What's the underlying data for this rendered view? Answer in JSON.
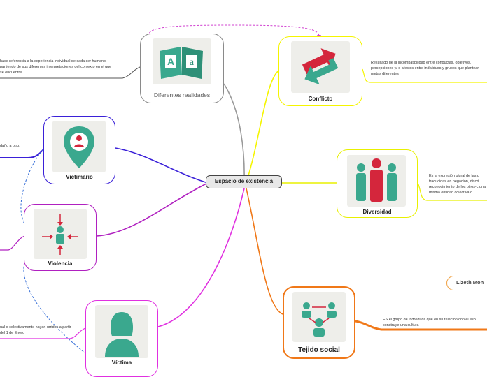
{
  "center": {
    "label": "Espacio de existencia"
  },
  "nodes": {
    "realidades": {
      "label": "Diferentes realidades",
      "note": "hace referencia a la experiencia individual de cada ser humano, partiendo de sus diferentes interpretaciones del contexto en el que se encuentre.",
      "icon": "book-letters-icon"
    },
    "conflicto": {
      "label": "Conflicto",
      "note": "Resultado de la incompatibilidad entre conductas, objetivos, percepciones y/ o afectos entre individuos y grupos que plantean metas diferentes",
      "icon": "opposing-arrows-icon"
    },
    "diversidad": {
      "label": "Diversidad",
      "note": "Es la expresión plural de las d traducidas en negación, discri reconocimiento de los otros-c una misma entidad colectiva c",
      "icon": "group-people-icon"
    },
    "victimario": {
      "label": "Victimario",
      "note": "daño a otro.",
      "icon": "person-pin-icon"
    },
    "violencia": {
      "label": "Violencia",
      "note": "",
      "icon": "person-arrows-icon"
    },
    "tejido": {
      "label": "Tejido social",
      "note": "ES el grupo de individuos que en su relación con el esp construye una cultura",
      "icon": "social-network-icon"
    },
    "victima": {
      "label": "Víctima",
      "note": "ual o colectivamente hayan urridos a partir del 1 de Enero",
      "icon": "woman-avatar-icon"
    }
  },
  "author": {
    "label": "Lizeth Mon"
  },
  "colors": {
    "realidades": "#888888",
    "conflicto": "#f5f500",
    "diversidad": "#e8f000",
    "victimario": "#3a20d8",
    "violencia": "#b020c0",
    "victima": "#e030e0",
    "tejido": "#f07818",
    "teal": "#3aa88e",
    "red": "#d4263c",
    "relation": "#d040d0",
    "relation_blue": "#3870d8"
  }
}
